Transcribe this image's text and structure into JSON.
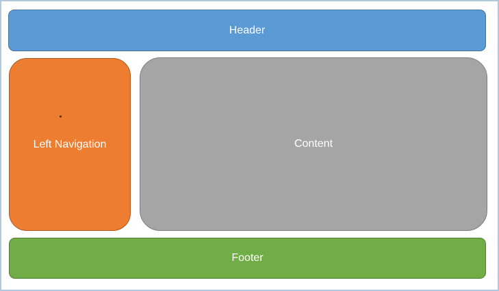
{
  "diagram": {
    "type": "page-layout-wireframe",
    "blocks": [
      {
        "id": "header",
        "label": "Header"
      },
      {
        "id": "left-navigation",
        "label": "Left Navigation"
      },
      {
        "id": "content",
        "label": "Content"
      },
      {
        "id": "footer",
        "label": "Footer"
      }
    ]
  },
  "colors": {
    "background": "#FFFFFF",
    "frame": "#B0C7DC",
    "label-text": "#FFFFFF",
    "header-fill": "#5B9BD5",
    "header-stroke": "#41719C",
    "nav-fill": "#ED7D31",
    "nav-stroke": "#AE5A21",
    "content-fill": "#A5A5A5",
    "content-stroke": "#7F7F7F",
    "footer-fill": "#70AD47",
    "footer-stroke": "#507E32",
    "dot": "#4A2B10"
  }
}
